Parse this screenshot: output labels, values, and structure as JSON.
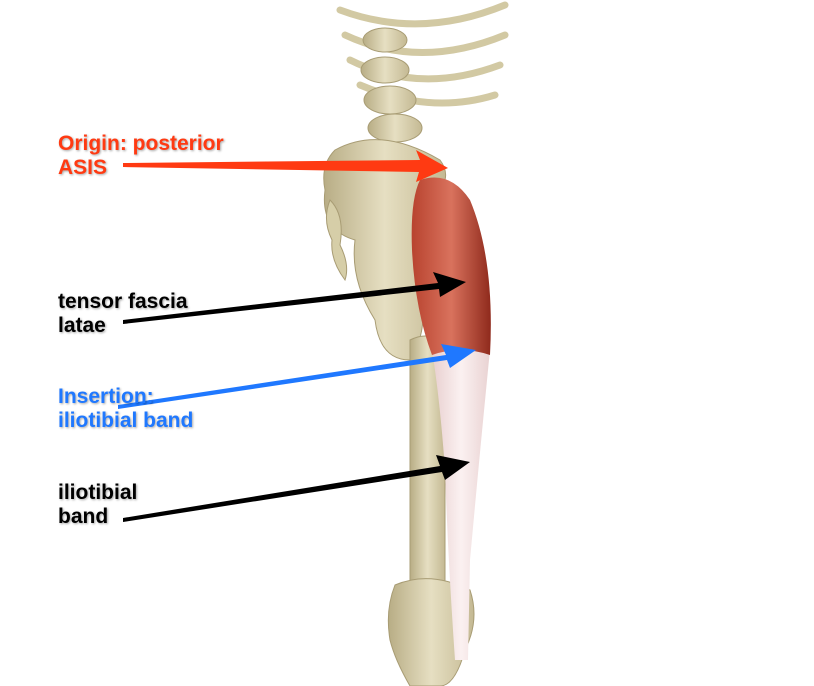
{
  "labels": {
    "origin": {
      "line1": "Origin: posterior",
      "line2": "ASIS",
      "color": "#ff3a12"
    },
    "muscle": {
      "line1": "tensor fascia",
      "line2": "latae",
      "color": "#000000"
    },
    "insertion": {
      "line1": "Insertion:",
      "line2": "iliotibial band",
      "color": "#1f78ff"
    },
    "band": {
      "line1": "iliotibial",
      "line2": "band",
      "color": "#000000"
    }
  },
  "colors": {
    "bone": "#ddd6b4",
    "muscle": "#c9533f",
    "tendon": "#f5e3e3"
  }
}
